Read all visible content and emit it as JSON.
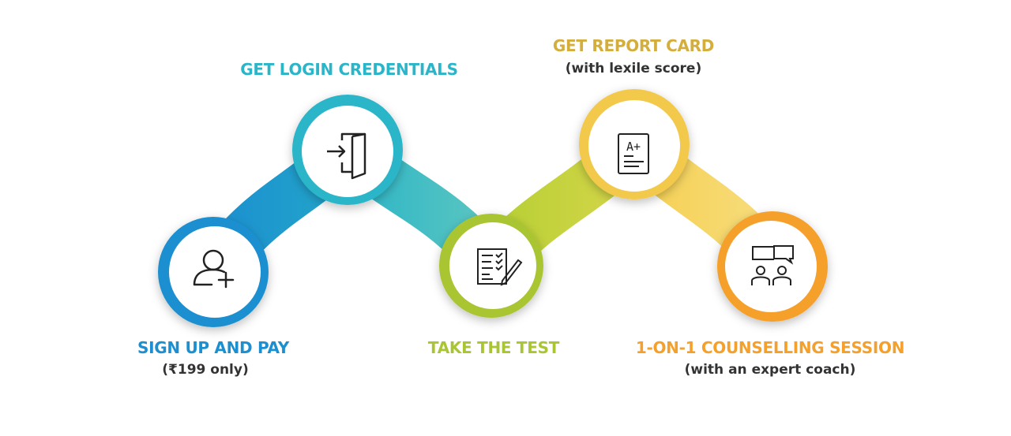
{
  "steps": [
    {
      "title": "SIGN UP AND PAY",
      "subtitle": "(₹199 only)",
      "icon": "user-plus-icon",
      "color": "#1b8fd0"
    },
    {
      "title": "GET LOGIN CREDENTIALS",
      "subtitle": "",
      "icon": "login-door-icon",
      "color": "#2bb5c8"
    },
    {
      "title": "TAKE THE TEST",
      "subtitle": "",
      "icon": "test-checklist-icon",
      "color": "#a9c532"
    },
    {
      "title": "GET REPORT CARD",
      "subtitle": "(with lexile score)",
      "icon": "report-card-icon",
      "color": "#d4ae3c"
    },
    {
      "title": "1-ON-1 COUNSELLING SESSION",
      "subtitle": "(with an expert coach)",
      "icon": "counselling-icon",
      "color": "#f5a02a"
    }
  ]
}
